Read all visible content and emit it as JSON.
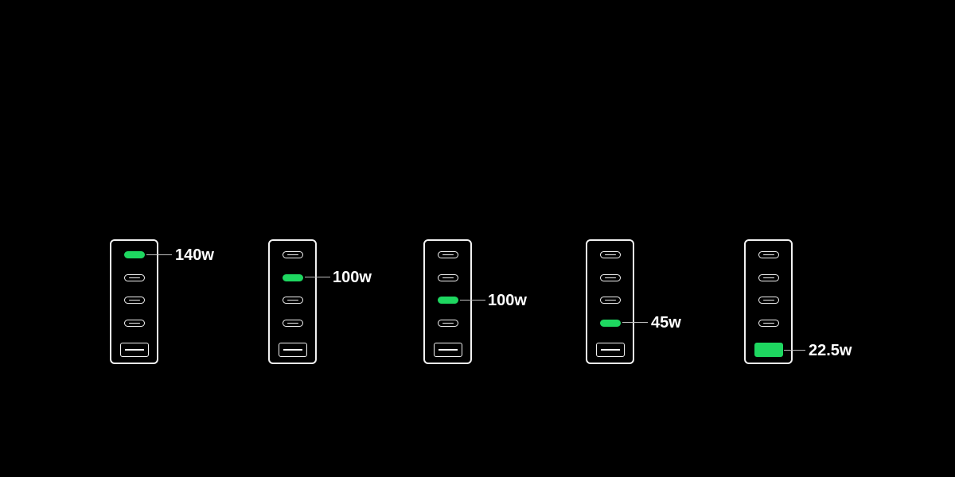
{
  "colors": {
    "background": "#000000",
    "outline": "#f2f2f2",
    "active_port": "#1ed760",
    "leader_line": "#bfbfbf",
    "label_text": "#ffffff"
  },
  "chargers": [
    {
      "ports": [
        "usb-c",
        "usb-c",
        "usb-c",
        "usb-c",
        "usb-a"
      ],
      "active_port_index": 0,
      "power_label": "140w"
    },
    {
      "ports": [
        "usb-c",
        "usb-c",
        "usb-c",
        "usb-c",
        "usb-a"
      ],
      "active_port_index": 1,
      "power_label": "100w"
    },
    {
      "ports": [
        "usb-c",
        "usb-c",
        "usb-c",
        "usb-c",
        "usb-a"
      ],
      "active_port_index": 2,
      "power_label": "100w"
    },
    {
      "ports": [
        "usb-c",
        "usb-c",
        "usb-c",
        "usb-c",
        "usb-a"
      ],
      "active_port_index": 3,
      "power_label": "45w"
    },
    {
      "ports": [
        "usb-c",
        "usb-c",
        "usb-c",
        "usb-c",
        "usb-a"
      ],
      "active_port_index": 4,
      "power_label": "22.5w"
    }
  ]
}
